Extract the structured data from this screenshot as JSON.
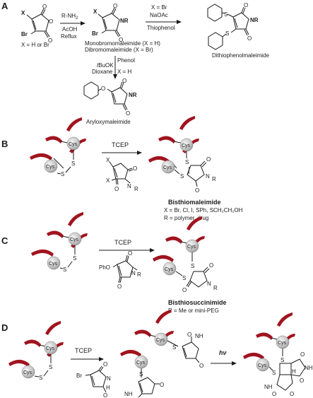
{
  "panels": {
    "a": "A",
    "b": "B",
    "c": "C",
    "d": "D"
  },
  "panel_a": {
    "x_label": "X",
    "br_label": "Br",
    "x_def": "X = H or Br",
    "reagent1": "R-NH",
    "reagent1_sub": "2",
    "reagent2": "AcOH",
    "reagent3": "Reflux",
    "mono_label": "Monobromomaleimide (X = H)",
    "dibromo_label": "Dibromomaleimide (X = Br)",
    "nr_label": "NR",
    "cond1": "X = Br",
    "cond2": "NaOAc",
    "cond3": "Thiophenol",
    "dithio_label": "Dithiophenolmaleimide",
    "phenol": "Phenol",
    "tbuok_prefix": "t",
    "tbuok_rest": "BuOK",
    "dioxane": "Dioxane",
    "xh": "X = H",
    "aryloxy_label": "Aryloxymaleimide",
    "o_label": "O",
    "s_label": "S"
  },
  "panel_b": {
    "tcep": "TCEP",
    "cys": "Cys",
    "s": "S",
    "x": "X",
    "n": "N",
    "r": "R",
    "o": "O",
    "product": "Bisthiomaleimide",
    "x_def": "X = Br, Cl, I, SPh, SCH₂CH₂OH",
    "r_def": "R = polymer, drug"
  },
  "panel_c": {
    "tcep": "TCEP",
    "pho": "PhO",
    "product": "Bisthiosuccinimide",
    "r_def": "R = Me or mini-PEG"
  },
  "panel_d": {
    "tcep": "TCEP",
    "hv": "hν",
    "br": "Br",
    "nh": "NH",
    "h": "H"
  }
}
